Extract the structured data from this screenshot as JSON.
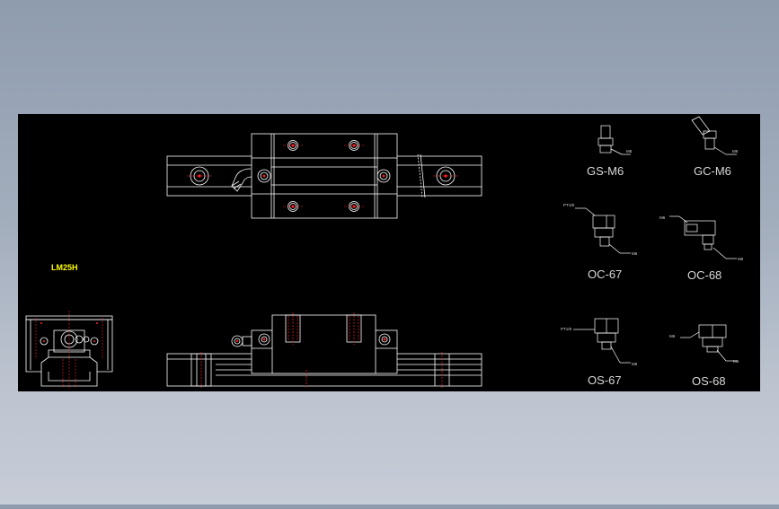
{
  "colors": {
    "background_top": "#8f9cae",
    "background_bottom": "#c7ccd7",
    "canvas": "#000000",
    "line": "#ffffff",
    "hole": "#ff2020",
    "label": "#d8d8d8",
    "tag": "#ffff00"
  },
  "model_tag": "LM25H",
  "fittings": [
    {
      "name": "GS-M6",
      "callout": "M6"
    },
    {
      "name": "GC-M6",
      "callout": "M6"
    },
    {
      "name": "OC-67",
      "callout_a": "PT1/8",
      "callout_b": "M6"
    },
    {
      "name": "OC-68",
      "callout_a": "M6",
      "callout_b": "M6"
    },
    {
      "name": "OS-67",
      "callout_a": "PT1/8",
      "callout_b": "M6"
    },
    {
      "name": "OS-68",
      "callout_a": "M6",
      "callout_b": "M6"
    }
  ]
}
